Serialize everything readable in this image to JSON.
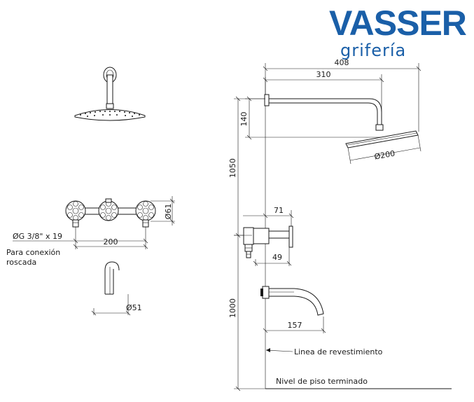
{
  "brand": {
    "name": "VASSER",
    "tagline": "grifería",
    "color": "#1a5fa8",
    "accent": "#3b8fd6"
  },
  "dimensions": {
    "total_reach": "408",
    "arm_reach": "310",
    "arm_drop": "140",
    "head_diameter": "Ø200",
    "shower_height": "1050",
    "valve_depth": "71",
    "valve_inlet_depth": "49",
    "spout_height": "1000",
    "spout_reach": "157",
    "centers": "200",
    "handle_diameter": "Ø61",
    "spout_diameter": "Ø51",
    "thread": "ØG 3/8\" x 19"
  },
  "labels": {
    "connection_line1": "Para conexión",
    "connection_line2": "roscada",
    "wall_line": "Linea de revestimiento",
    "floor_line": "Nivel de piso terminado"
  }
}
